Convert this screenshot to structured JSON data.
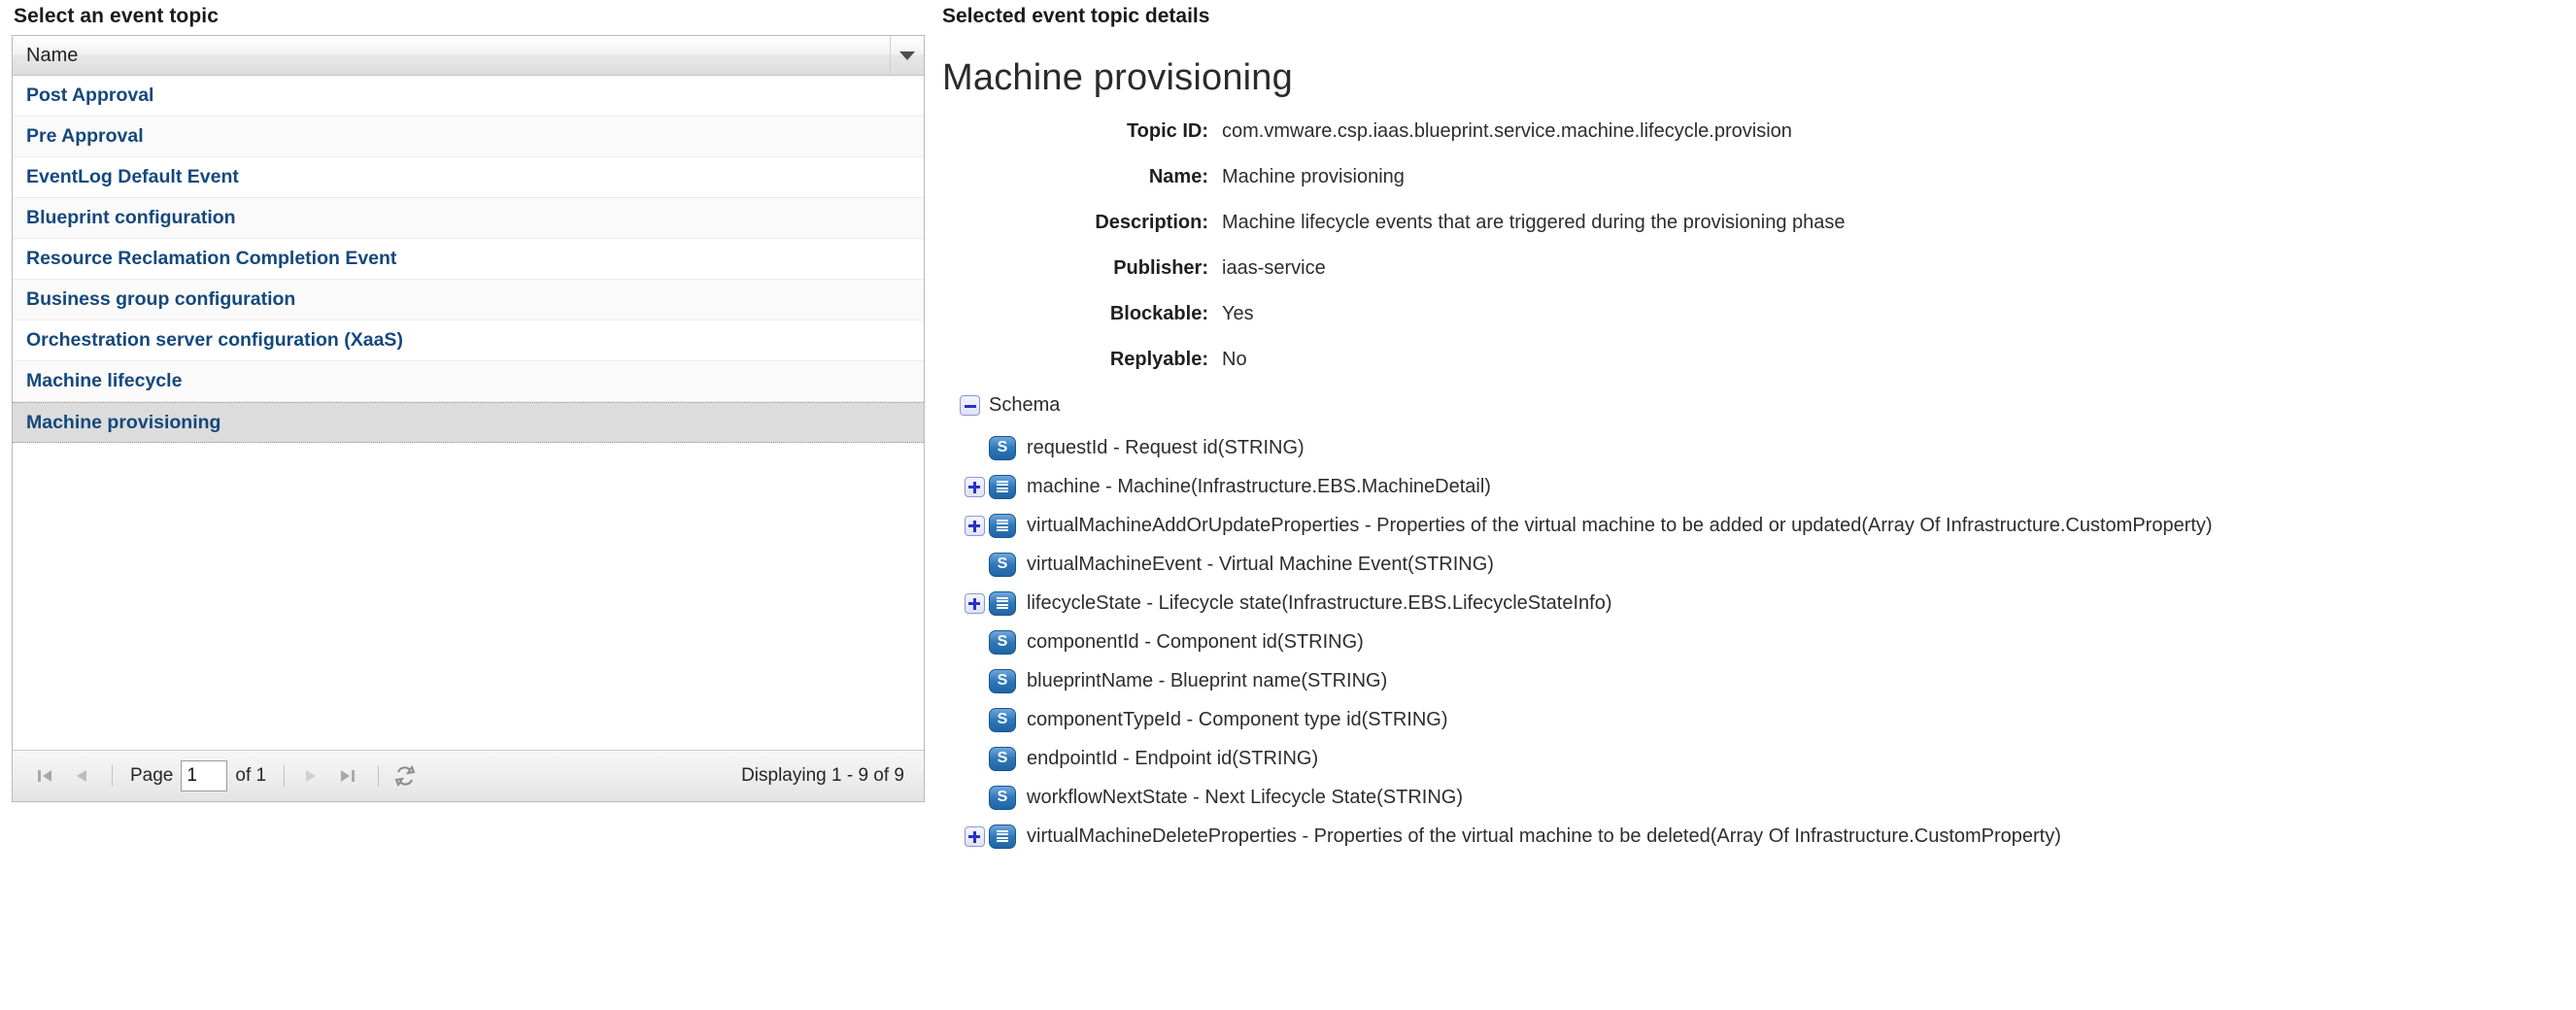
{
  "left": {
    "heading": "Select an event topic",
    "grid": {
      "column_header": "Name",
      "sort_menu_icon": "caret-down-icon",
      "rows": [
        {
          "label": "Post Approval",
          "selected": false
        },
        {
          "label": "Pre Approval",
          "selected": false
        },
        {
          "label": "EventLog Default Event",
          "selected": false
        },
        {
          "label": "Blueprint configuration",
          "selected": false
        },
        {
          "label": "Resource Reclamation Completion Event",
          "selected": false
        },
        {
          "label": "Business group configuration",
          "selected": false
        },
        {
          "label": "Orchestration server configuration (XaaS)",
          "selected": false
        },
        {
          "label": "Machine lifecycle",
          "selected": false
        },
        {
          "label": "Machine provisioning",
          "selected": true
        }
      ]
    },
    "pagination": {
      "first_icon": "first-page-icon",
      "prev_icon": "previous-page-icon",
      "page_label": "Page",
      "page_value": "1",
      "of_label": "of 1",
      "next_icon": "next-page-icon",
      "last_icon": "last-page-icon",
      "refresh_icon": "refresh-icon",
      "status": "Displaying 1 - 9 of 9"
    }
  },
  "right": {
    "heading": "Selected event topic details",
    "title": "Machine provisioning",
    "fields": [
      {
        "label": "Topic ID:",
        "value": "com.vmware.csp.iaas.blueprint.service.machine.lifecycle.provision"
      },
      {
        "label": "Name:",
        "value": "Machine provisioning"
      },
      {
        "label": "Description:",
        "value": "Machine lifecycle events that are triggered during the provisioning phase"
      },
      {
        "label": "Publisher:",
        "value": "iaas-service"
      },
      {
        "label": "Blockable:",
        "value": "Yes"
      },
      {
        "label": "Replyable:",
        "value": "No"
      }
    ],
    "schema": {
      "root_label": "Schema",
      "root_expander_icon": "minus-expander-icon",
      "nodes": [
        {
          "expander": "none",
          "icon": "string-type-icon",
          "icon_glyph": "S",
          "text": "requestId - Request id(STRING)"
        },
        {
          "expander": "plus",
          "icon": "object-type-icon",
          "icon_glyph": "",
          "text": "machine - Machine(Infrastructure.EBS.MachineDetail)"
        },
        {
          "expander": "plus",
          "icon": "object-type-icon",
          "icon_glyph": "",
          "text": "virtualMachineAddOrUpdateProperties - Properties of the virtual machine to be added or updated(Array Of Infrastructure.CustomProperty)"
        },
        {
          "expander": "none",
          "icon": "string-type-icon",
          "icon_glyph": "S",
          "text": "virtualMachineEvent - Virtual Machine Event(STRING)"
        },
        {
          "expander": "plus",
          "icon": "object-type-icon",
          "icon_glyph": "",
          "text": "lifecycleState - Lifecycle state(Infrastructure.EBS.LifecycleStateInfo)"
        },
        {
          "expander": "none",
          "icon": "string-type-icon",
          "icon_glyph": "S",
          "text": "componentId - Component id(STRING)"
        },
        {
          "expander": "none",
          "icon": "string-type-icon",
          "icon_glyph": "S",
          "text": "blueprintName - Blueprint name(STRING)"
        },
        {
          "expander": "none",
          "icon": "string-type-icon",
          "icon_glyph": "S",
          "text": "componentTypeId - Component type id(STRING)"
        },
        {
          "expander": "none",
          "icon": "string-type-icon",
          "icon_glyph": "S",
          "text": "endpointId - Endpoint id(STRING)"
        },
        {
          "expander": "none",
          "icon": "string-type-icon",
          "icon_glyph": "S",
          "text": "workflowNextState - Next Lifecycle State(STRING)"
        },
        {
          "expander": "plus",
          "icon": "object-type-icon",
          "icon_glyph": "",
          "text": "virtualMachineDeleteProperties - Properties of the virtual machine to be deleted(Array Of Infrastructure.CustomProperty)"
        }
      ]
    }
  },
  "colors": {
    "link": "#15487d",
    "selected_row": "#dcdcdc",
    "icon_blue": "#2f77b8",
    "expander_blue": "#2731c8"
  }
}
